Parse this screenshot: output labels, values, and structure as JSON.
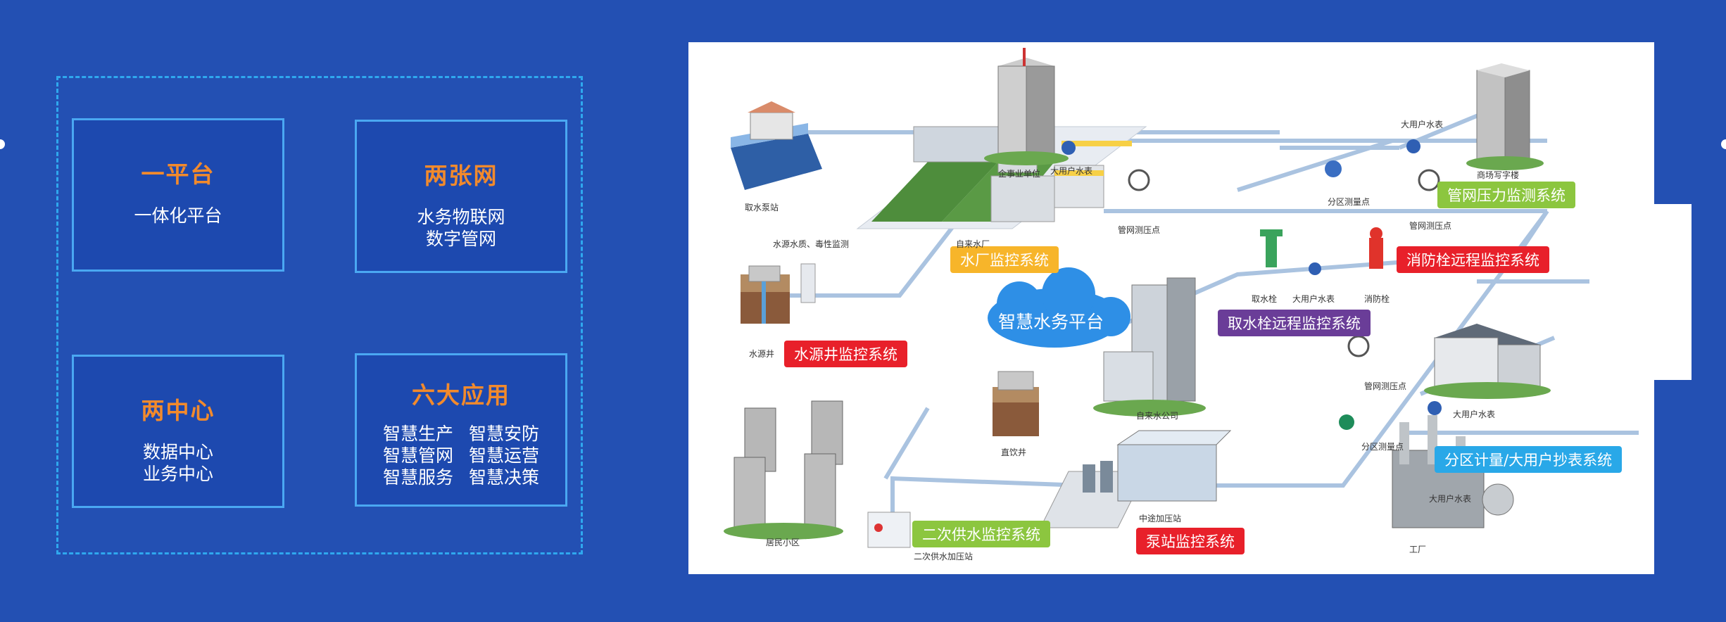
{
  "cards": [
    {
      "title": "一平台",
      "lines": [
        "一体化平台"
      ]
    },
    {
      "title": "两张网",
      "lines": [
        "水务物联网",
        "数字管网"
      ]
    },
    {
      "title": "两中心",
      "lines": [
        "数据中心",
        "业务中心"
      ]
    },
    {
      "title": "六大应用",
      "apps": [
        "智慧生产",
        "智慧安防",
        "智慧管网",
        "智慧运营",
        "智慧服务",
        "智慧决策"
      ]
    }
  ],
  "platform": "智慧水务平台",
  "systems": {
    "waterworks": "水厂监控系统",
    "well": "水源井监控系统",
    "pressure": "管网压力监测系统",
    "hydrant": "消防栓远程监控系统",
    "intake_hydrant": "取水栓远程监控系统",
    "metering": "分区计量/大用户抄表系统",
    "secondary": "二次供水监控系统",
    "pump": "泵站监控系统"
  },
  "places": {
    "intake_pump": "取水泵站",
    "water_quality": "水源水质、毒性监测",
    "plant": "自来水厂",
    "enterprise": "企事业单位",
    "big_meter_1": "大用户水表",
    "big_meter_2": "大用户水表",
    "zone_point_1": "分区测量点",
    "pressure_point_1": "管网测压点",
    "pressure_point_2": "管网测压点",
    "office": "商场写字楼",
    "intake_valve": "取水栓",
    "big_meter_3": "大用户水表",
    "hydrant": "消防栓",
    "source_well": "水源井",
    "water_company": "自来水公司",
    "deep_well": "直饮井",
    "pressure_point_3": "管网测压点",
    "big_meter_4": "大用户水表",
    "zone_point_2": "分区测量点",
    "big_meter_5": "大用户水表",
    "relay_station": "中途加压站",
    "residential": "居民小区",
    "secondary_station": "二次供水加压站",
    "factory": "工厂"
  },
  "colors": {
    "background": "#2350b3",
    "title_orange": "#f28a2c",
    "card_border": "#4aa8f2",
    "label_orange": "#f7b52a",
    "label_red": "#e8202a",
    "label_green": "#8cc63f",
    "label_purple": "#6a3d98",
    "label_blue": "#29a8e8",
    "cloud": "#2e8fe6"
  }
}
